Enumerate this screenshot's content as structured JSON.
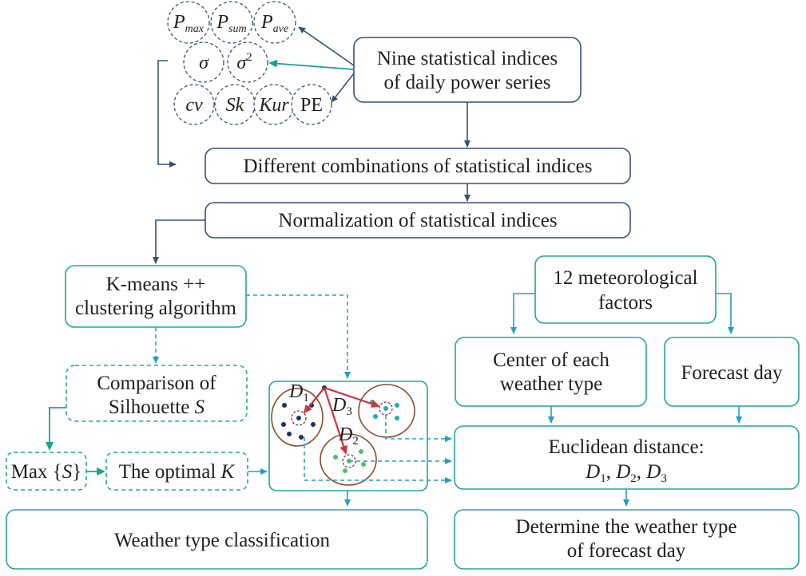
{
  "indices": {
    "row1": [
      {
        "base": "P",
        "sub": "max"
      },
      {
        "base": "P",
        "sub": "sum"
      },
      {
        "base": "P",
        "sub": "ave"
      }
    ],
    "row2": [
      {
        "base": "σ",
        "sup": ""
      },
      {
        "base": "σ",
        "sup": "2"
      }
    ],
    "row3": [
      "cv",
      "Sk",
      "Kur",
      "PE"
    ]
  },
  "boxes": {
    "nine_indices": [
      "Nine statistical indices",
      "of daily power series"
    ],
    "combinations": "Different combinations of statistical indices",
    "normalization": "Normalization of statistical indices",
    "kmeans": [
      "K-means ++",
      "clustering algorithm"
    ],
    "comparison": {
      "line1": "Comparison of",
      "line2_text": "Silhouette ",
      "line2_var": "S"
    },
    "max_s": {
      "prefix": "Max {",
      "var": "S",
      "suffix": "}"
    },
    "optimal_k": {
      "text": "The optimal ",
      "var": "K"
    },
    "weather_classification": "Weather type classification",
    "meteorological": [
      "12 meteorological",
      "factors"
    ],
    "center": [
      "Center of each",
      "weather type"
    ],
    "forecast_day": "Forecast day",
    "euclidean": {
      "line1": "Euclidean distance:",
      "d": [
        {
          "base": "D",
          "sub": "1"
        },
        {
          "base": "D",
          "sub": "2"
        },
        {
          "base": "D",
          "sub": "3"
        }
      ],
      "sep": ", "
    },
    "determine": [
      "Determine the weather type",
      "of forecast day"
    ]
  },
  "cluster_labels": [
    {
      "base": "D",
      "sub": "1"
    },
    {
      "base": "D",
      "sub": "3"
    },
    {
      "base": "D",
      "sub": "2"
    }
  ],
  "colors": {
    "navy": "#3a4f73",
    "teal": "#22a79a",
    "arrow_teal": "#22a0c4",
    "red": "#d0323a",
    "cluster_brown": "#8b4a2e",
    "dot_navy": "#1f2d6b",
    "dot_teal": "#1fb0a8",
    "dot_green": "#4fbf6a"
  }
}
